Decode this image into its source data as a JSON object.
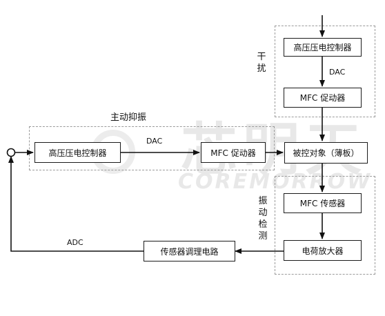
{
  "watermark": {
    "main": "芯明天",
    "sub": "COREMORROW"
  },
  "regions": {
    "disturbance_label": "干扰",
    "active_control_label": "主动抑振",
    "vibration_detection_label": "振动检测"
  },
  "blocks": {
    "hv_controller_top": "高压压电控制器",
    "mfc_actuator_top": "MFC 促动器",
    "hv_controller_main": "高压压电控制器",
    "mfc_actuator_main": "MFC 促动器",
    "controlled_object": "被控对象（薄板）",
    "mfc_sensor": "MFC 传感器",
    "charge_amplifier": "电荷放大器",
    "signal_conditioning": "传感器调理电路"
  },
  "signals": {
    "dac_top": "DAC",
    "dac_main": "DAC",
    "adc": "ADC"
  }
}
